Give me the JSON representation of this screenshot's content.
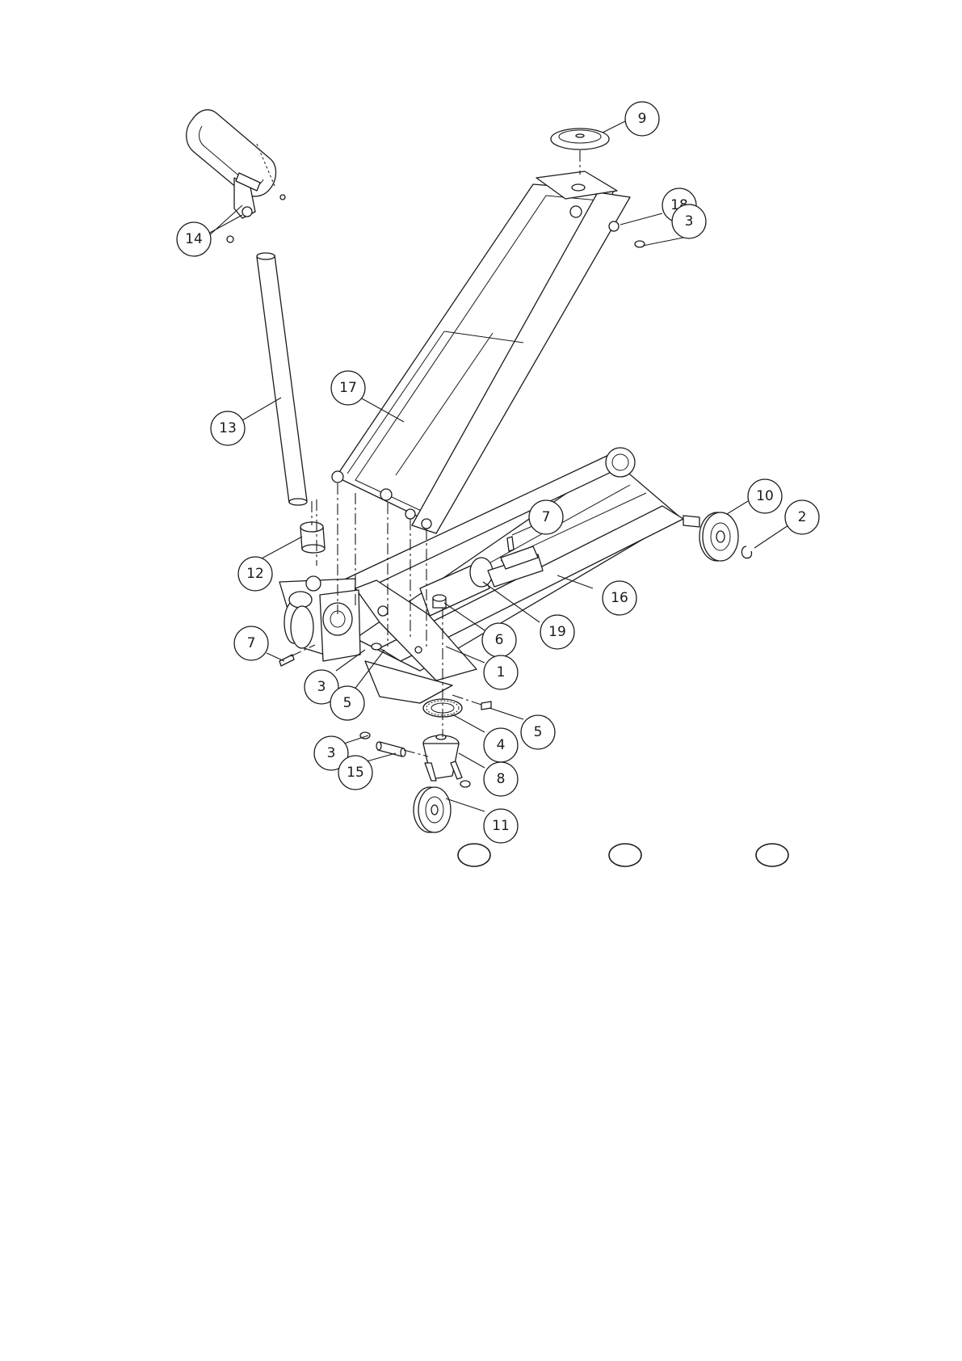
{
  "drawing": {
    "colors": {
      "line": "#1a1a1a",
      "paper": "#ffffff"
    },
    "balloons": [
      {
        "id": "b-9",
        "label": "9"
      },
      {
        "id": "b-18",
        "label": "18"
      },
      {
        "id": "b-3a",
        "label": "3"
      },
      {
        "id": "b-14",
        "label": "14"
      },
      {
        "id": "b-17",
        "label": "17"
      },
      {
        "id": "b-13",
        "label": "13"
      },
      {
        "id": "b-10",
        "label": "10"
      },
      {
        "id": "b-2",
        "label": "2"
      },
      {
        "id": "b-7a",
        "label": "7"
      },
      {
        "id": "b-12",
        "label": "12"
      },
      {
        "id": "b-16",
        "label": "16"
      },
      {
        "id": "b-19",
        "label": "19"
      },
      {
        "id": "b-6",
        "label": "6"
      },
      {
        "id": "b-7b",
        "label": "7"
      },
      {
        "id": "b-1",
        "label": "1"
      },
      {
        "id": "b-3b",
        "label": "3"
      },
      {
        "id": "b-5a",
        "label": "5"
      },
      {
        "id": "b-5b",
        "label": "5"
      },
      {
        "id": "b-4",
        "label": "4"
      },
      {
        "id": "b-3c",
        "label": "3"
      },
      {
        "id": "b-15",
        "label": "15"
      },
      {
        "id": "b-8",
        "label": "8"
      },
      {
        "id": "b-11",
        "label": "11"
      }
    ],
    "empty_balloons": 3
  }
}
